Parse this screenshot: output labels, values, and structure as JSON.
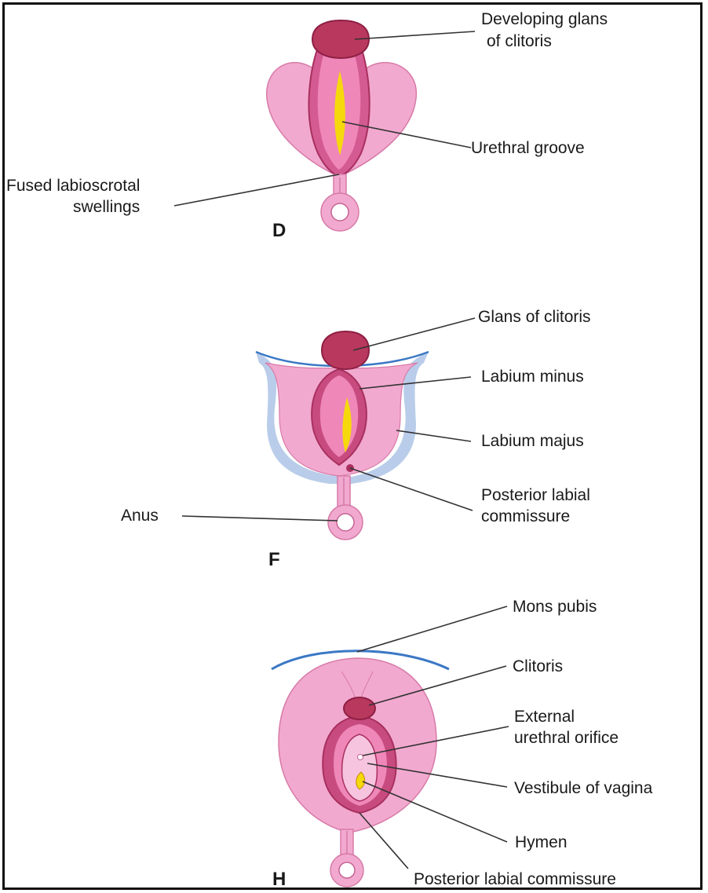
{
  "colors": {
    "skin": "#f2a9cf",
    "skin_light": "#f7c4df",
    "fold": "#d45a92",
    "fold_dark": "#a8305f",
    "glans": "#b9385e",
    "groove": "#f6d90c",
    "mons": "#3b78c5",
    "labium_majus_edge": "#b9cdea",
    "leader": "#333333"
  },
  "panels": [
    {
      "letter": "D",
      "labels": [
        "Developing glans",
        "of clitoris",
        "Urethral groove",
        "Fused labioscrotal",
        "swellings"
      ]
    },
    {
      "letter": "F",
      "labels": [
        "Glans of clitoris",
        "Labium minus",
        "Labium majus",
        "Posterior labial",
        "commissure",
        "Anus"
      ]
    },
    {
      "letter": "H",
      "labels": [
        "Mons pubis",
        "Clitoris",
        "External",
        "urethral orifice",
        "Vestibule of vagina",
        "Hymen",
        "Posterior labial commissure"
      ]
    }
  ]
}
